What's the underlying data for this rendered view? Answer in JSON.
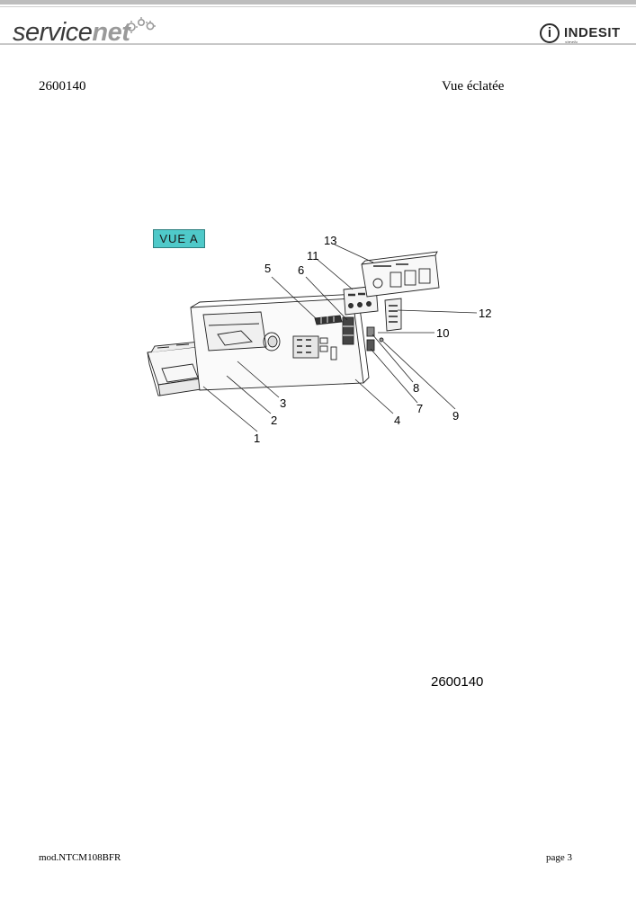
{
  "header": {
    "brand_left": {
      "part1": "service",
      "part2": "net"
    },
    "brand_right": {
      "word": "INDESIT",
      "mark": "i",
      "tagline": "simply"
    }
  },
  "document": {
    "number": "2600140",
    "title": "Vue éclatée",
    "view_badge": "VUE A",
    "code_bottom": "2600140"
  },
  "callouts": [
    "1",
    "2",
    "3",
    "4",
    "5",
    "6",
    "7",
    "8",
    "9",
    "10",
    "11",
    "12",
    "13"
  ],
  "footer": {
    "model": "mod.NTCM108BFR",
    "page": "page 3"
  }
}
